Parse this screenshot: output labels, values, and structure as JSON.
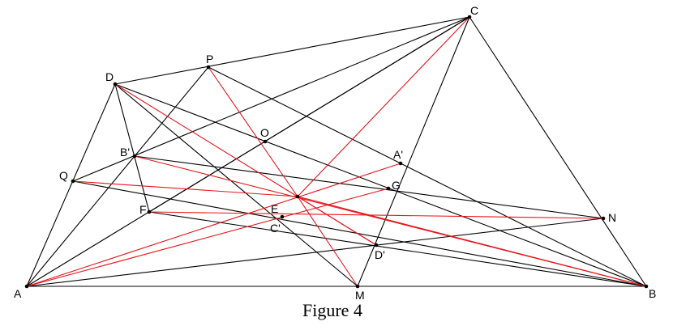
{
  "caption": "Figure 4",
  "colors": {
    "black_line": "#000000",
    "red_line": "#e8141b",
    "point": "#000000",
    "background": "#ffffff"
  },
  "points": {
    "A": {
      "label": "A"
    },
    "B": {
      "label": "B"
    },
    "C": {
      "label": "C"
    },
    "D": {
      "label": "D"
    },
    "P": {
      "label": "P"
    },
    "Q": {
      "label": "Q"
    },
    "O": {
      "label": "O"
    },
    "E": {
      "label": "E"
    },
    "F": {
      "label": "F"
    },
    "G": {
      "label": "G"
    },
    "M": {
      "label": "M"
    },
    "N": {
      "label": "N"
    },
    "A1": {
      "label": "A'"
    },
    "B1": {
      "label": "B'"
    },
    "C1": {
      "label": "C'"
    },
    "D1": {
      "label": "D'"
    }
  },
  "black_segments": [
    [
      "A",
      "B"
    ],
    [
      "B",
      "C"
    ],
    [
      "C",
      "D"
    ],
    [
      "D",
      "A"
    ],
    [
      "A",
      "C"
    ],
    [
      "D",
      "B"
    ],
    [
      "A",
      "P"
    ],
    [
      "P",
      "B"
    ],
    [
      "C",
      "M"
    ],
    [
      "D",
      "M"
    ],
    [
      "A",
      "N"
    ],
    [
      "C",
      "F"
    ],
    [
      "Q",
      "C"
    ],
    [
      "Q",
      "B"
    ],
    [
      "F",
      "B"
    ],
    [
      "B1",
      "N"
    ],
    [
      "D",
      "F"
    ]
  ],
  "red_segments": [
    [
      "A",
      "A1"
    ],
    [
      "A",
      "G"
    ],
    [
      "E",
      "B"
    ],
    [
      "B1",
      "B"
    ],
    [
      "E",
      "D1"
    ],
    [
      "D",
      "D1"
    ],
    [
      "Q",
      "E"
    ],
    [
      "F",
      "N"
    ],
    [
      "P",
      "E"
    ],
    [
      "E",
      "M"
    ],
    [
      "C",
      "E"
    ]
  ]
}
